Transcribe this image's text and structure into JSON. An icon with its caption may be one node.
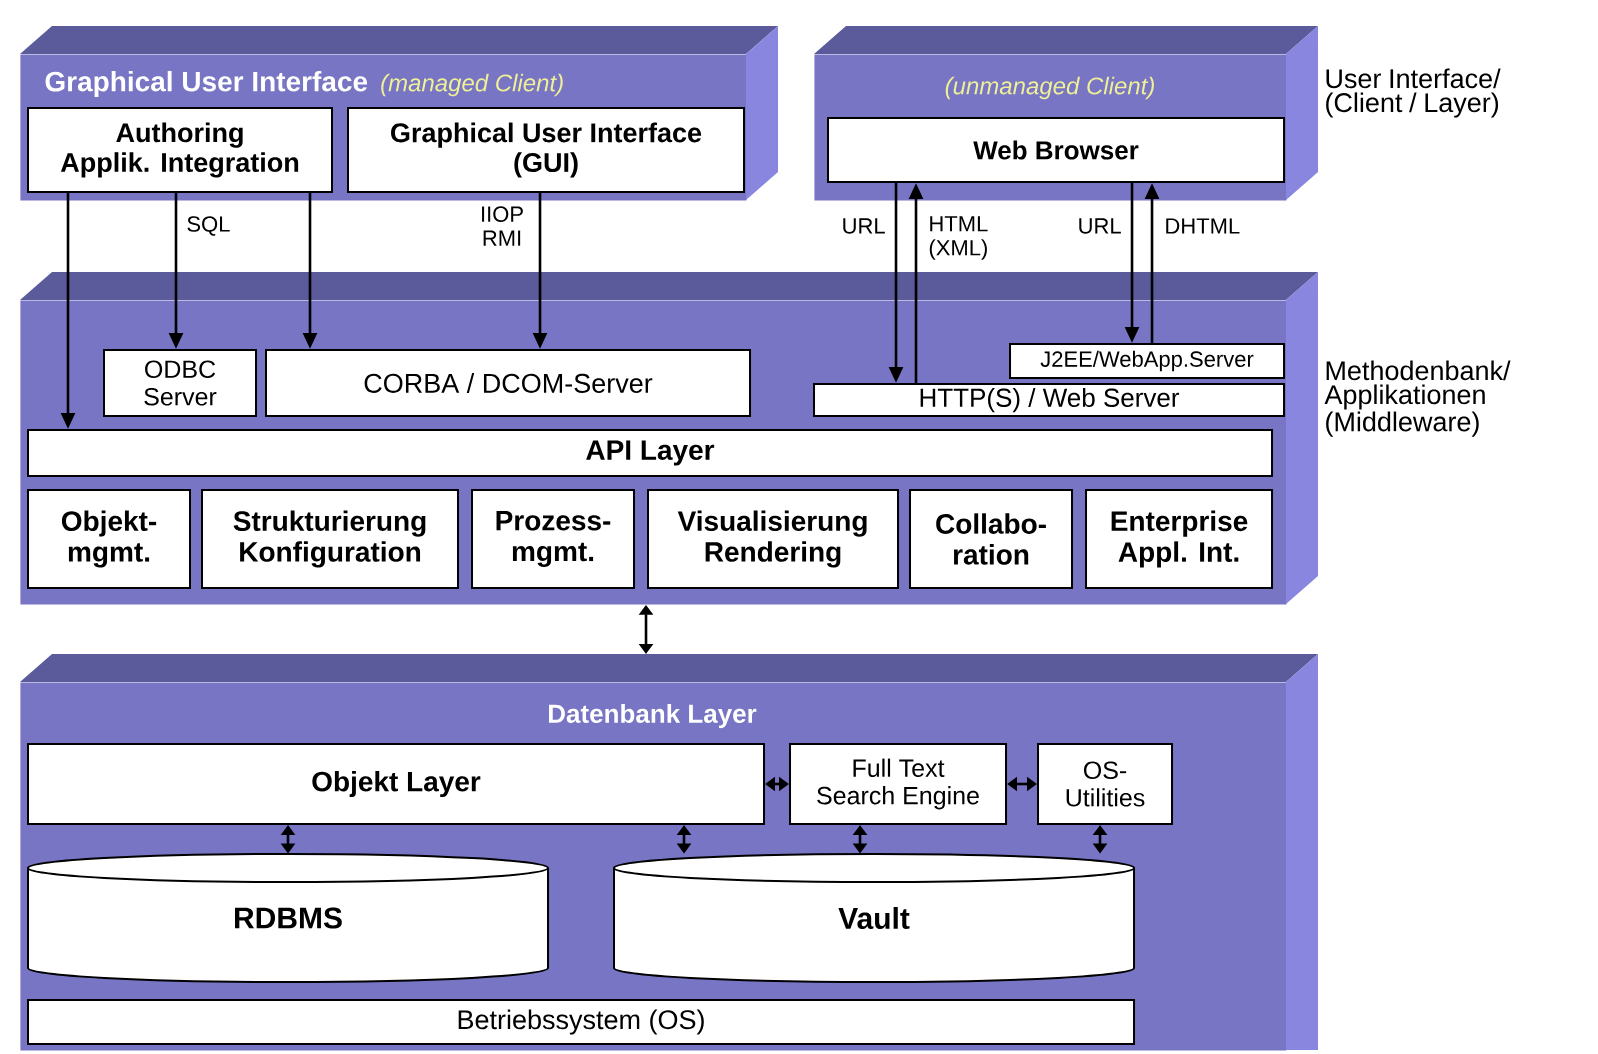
{
  "diagram": {
    "nodes": [
      {
        "text": [
          "Graphical User Interface",
          "(managed Client)"
        ]
      },
      {
        "text": [
          "Authoring Applik. Integration"
        ],
        "in": 0
      },
      {
        "text": [
          "Graphical User Interface (GUI)"
        ],
        "in": 0
      },
      {
        "text": [
          "(unmanaged Client)"
        ]
      },
      {
        "text": [
          "Web Browser"
        ],
        "in": 3
      },
      {
        "text": [],
        "shape": "box"
      },
      {
        "text": [
          "ODBC Server"
        ],
        "in": 5
      },
      {
        "text": [
          "CORBA / DCOM-Server"
        ],
        "in": 5
      },
      {
        "text": [
          "J2EE/WebApp.Server"
        ],
        "in": 5
      },
      {
        "text": [
          "HTTP(S) / Web Server"
        ],
        "in": 5
      },
      {
        "text": [
          "API Layer"
        ],
        "in": 5
      },
      {
        "text": [
          "Objekt- mgmt."
        ],
        "in": 5
      },
      {
        "text": [
          "Strukturierung Konfiguration"
        ],
        "in": 5
      },
      {
        "text": [
          "Prozess- mgmt."
        ],
        "in": 5
      },
      {
        "text": [
          "Visualisierung Rendering"
        ],
        "in": 5
      },
      {
        "text": [
          "Collabo- ration"
        ],
        "in": 5
      },
      {
        "text": [
          "Enterprise Appl. Int."
        ],
        "in": 5
      },
      {
        "text": [
          "Datenbank Layer"
        ]
      },
      {
        "text": [
          "Objekt Layer"
        ],
        "in": 17
      },
      {
        "text": [
          "Full Text Search Engine"
        ],
        "in": 17
      },
      {
        "text": [
          "OS- Utilities"
        ],
        "in": 17
      },
      {
        "text": [
          "RDBMS"
        ],
        "in": 17
      },
      {
        "text": [
          "Vault"
        ],
        "in": 17
      },
      {
        "text": [
          "Betriebssystem (OS)"
        ],
        "in": 17
      }
    ],
    "edges": [
      {
        "from": 1,
        "to": 10,
        "arrow": "to"
      },
      {
        "from": 1,
        "to": 6,
        "arrow": "to",
        "label": "SQL"
      },
      {
        "from": 1,
        "to": 7,
        "arrow": "to"
      },
      {
        "from": 2,
        "to": 7,
        "arrow": "to",
        "label": "IIOP RMI"
      },
      {
        "from": 4,
        "to": 9,
        "arrow": "to",
        "label": "URL"
      },
      {
        "from": 9,
        "to": 4,
        "arrow": "to",
        "label": "HTML (XML)"
      },
      {
        "from": 4,
        "to": 8,
        "arrow": "to",
        "label": "URL"
      },
      {
        "from": 8,
        "to": 4,
        "arrow": "to",
        "label": "DHTML"
      },
      {
        "from": 5,
        "to": 17,
        "arrow": "both"
      },
      {
        "from": 18,
        "to": 19,
        "arrow": "both"
      },
      {
        "from": 19,
        "to": 20,
        "arrow": "both"
      },
      {
        "from": 18,
        "to": 21,
        "arrow": "both"
      },
      {
        "from": 18,
        "to": 22,
        "arrow": "both"
      },
      {
        "from": 19,
        "to": 22,
        "arrow": "both"
      },
      {
        "from": 20,
        "to": 22,
        "arrow": "both"
      }
    ],
    "labels": [
      "User Interface/ (Client / Layer)",
      "Methodenbank/ Applikationen (Middleware)"
    ]
  }
}
